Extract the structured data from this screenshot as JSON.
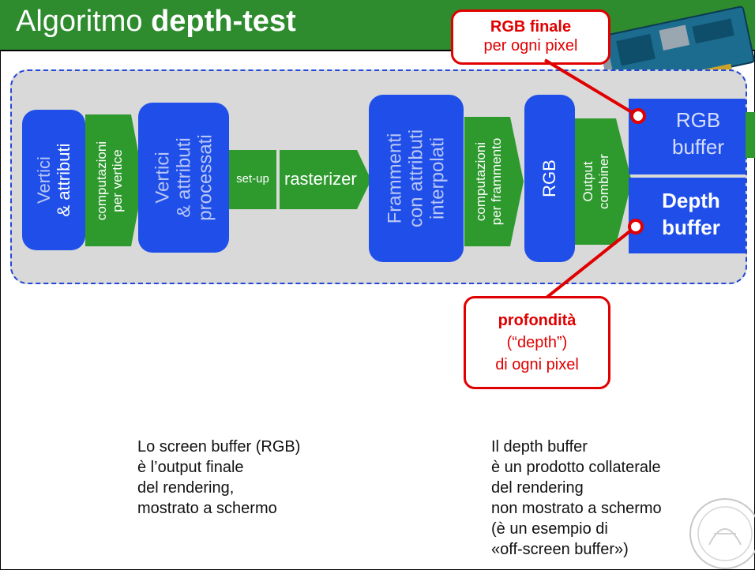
{
  "slide": {
    "title_normal": "Algoritmo ",
    "title_bold": "depth-test"
  },
  "callouts": {
    "rgb_line1": "RGB finale",
    "rgb_line2": "per ogni pixel",
    "depth_line1": "profondità",
    "depth_line2": "(“depth”)",
    "depth_line3": "di ogni pixel"
  },
  "pipeline": {
    "vertici_1": "Vertici",
    "vertici_2": "& attributi",
    "comp_vertice_1": "computazioni",
    "comp_vertice_2": "per vertice",
    "processati_1": "Vertici",
    "processati_2": "& attributi",
    "processati_3": "processati",
    "setup": "set-up",
    "rasterizer": "rasterizer",
    "frammenti_1": "Frammenti",
    "frammenti_2": "con attributi",
    "frammenti_3": "interpolati",
    "comp_frammento_1": "computazioni",
    "comp_frammento_2": "per frammento",
    "rgb": "RGB",
    "combiner_1": "Output",
    "combiner_2": "combiner",
    "rgb_buffer_1": "RGB",
    "rgb_buffer_2": "buffer",
    "depth_buffer_1": "Depth",
    "depth_buffer_2": "buffer"
  },
  "notes": {
    "left": [
      "Lo screen buffer (RGB)",
      "è l’output finale",
      "del rendering,",
      "mostrato a schermo"
    ],
    "right": [
      "Il depth buffer",
      "è un prodotto collaterale",
      "del rendering",
      "non mostrato a schermo",
      "(è un esempio di",
      "«off-screen buffer»)"
    ]
  },
  "colors": {
    "title_bar": "#2e8b2e",
    "stage_blue": "#1f4fe8",
    "stage_green": "#2e9a2e",
    "callout_red": "#e00000",
    "zone_gray": "#d9d9d9"
  }
}
